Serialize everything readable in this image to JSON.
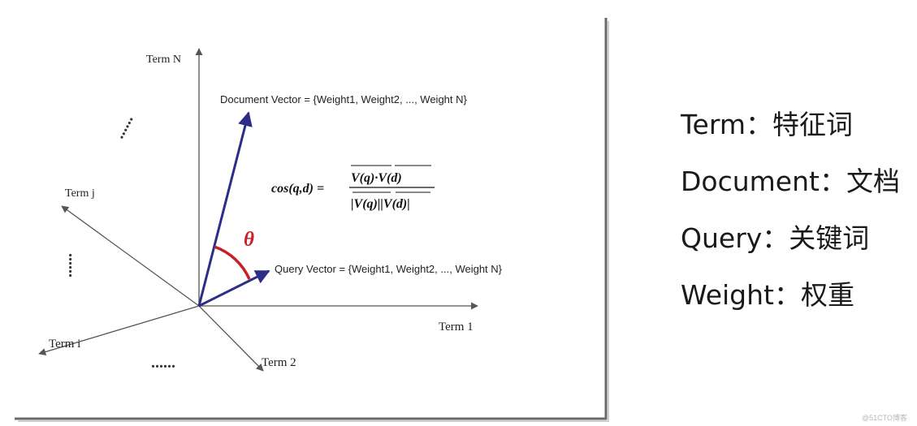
{
  "diagram": {
    "axes": {
      "term_n": "Term N",
      "term_j": "Term j",
      "term_i": "Term i",
      "term_1": "Term 1",
      "term_2": "Term 2"
    },
    "vectors": {
      "document": "Document Vector = {Weight1, Weight2, ..., Weight N}",
      "query": "Query Vector = {Weight1, Weight2, ..., Weight N}"
    },
    "angle_symbol": "θ",
    "formula": {
      "lhs": "cos(q,d) =",
      "numerator": "V(q)·V(d)",
      "denominator": "|V(q)||V(d)|"
    },
    "ellipsis_dots": "......",
    "colors": {
      "vector": "#2b2d86",
      "angle": "#c8202a",
      "axis": "#555555"
    }
  },
  "glossary": [
    {
      "term": "Term",
      "separator": "：",
      "meaning": "特征词"
    },
    {
      "term": "Document",
      "separator": "：",
      "meaning": "文档"
    },
    {
      "term": "Query",
      "separator": "：",
      "meaning": "关键词"
    },
    {
      "term": "Weight",
      "separator": "：",
      "meaning": "权重"
    }
  ],
  "watermark": "@51CTO博客"
}
